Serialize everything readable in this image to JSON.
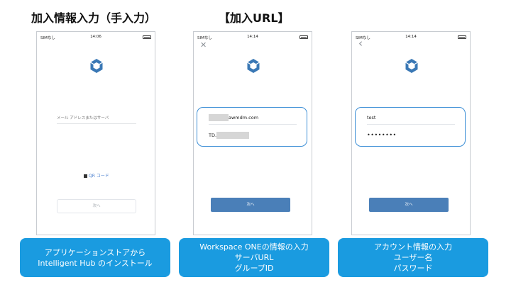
{
  "headings": {
    "left": "加入情報入力（手入力）",
    "right": "【加入URL】"
  },
  "status_bar": {
    "carrier": "SIMなし ",
    "time_left": "14:06",
    "time_mid": "14:14",
    "time_right": "14:14"
  },
  "screen1": {
    "email_placeholder": "メール アドレスまたはサーバ",
    "qr_label": "QR コード",
    "next_label": "次へ"
  },
  "screen2": {
    "close_icon": "✕",
    "server_suffix": "awmdm.com",
    "group_prefix": "TD.",
    "next_label": "次へ"
  },
  "screen3": {
    "back_icon": "‹",
    "username": "test",
    "password": "••••••••",
    "next_label": "次へ"
  },
  "callouts": {
    "left": {
      "line1": "アプリケーションストアから",
      "line2": "Intelligent Hub のインストール"
    },
    "middle": {
      "line1": "Workspace ONEの情報の入力",
      "line2": "サーバURL",
      "line3": "グループID"
    },
    "right": {
      "line1": "アカウント情報の入力",
      "line2": "ユーザー名",
      "line3": "パスワード"
    }
  },
  "colors": {
    "callout_bg": "#1a9be0",
    "input_border": "#3d8fd6",
    "button_bg": "#4a7fb8",
    "logo": "#3a78b5"
  }
}
